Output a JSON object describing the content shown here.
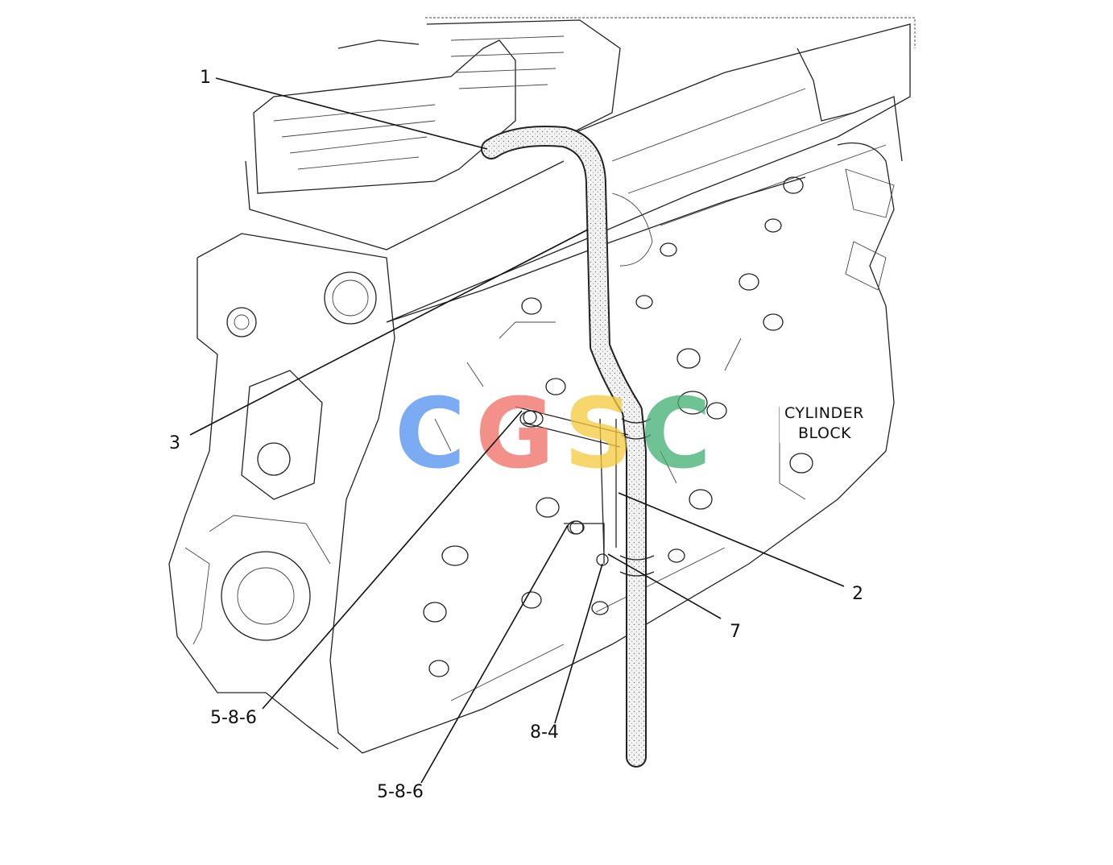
{
  "block_label": [
    "CYLINDER",
    "BLOCK"
  ],
  "callouts": {
    "c1": "1",
    "c2": "2",
    "c3": "3",
    "c7": "7",
    "c586a": "5-8-6",
    "c586b": "5-8-6",
    "c84": "8-4"
  },
  "watermark": {
    "letters": [
      "C",
      "G",
      "S",
      "C"
    ],
    "colors": [
      "#4f8ff0",
      "#ef6c64",
      "#f5c93a",
      "#3fae70"
    ]
  }
}
